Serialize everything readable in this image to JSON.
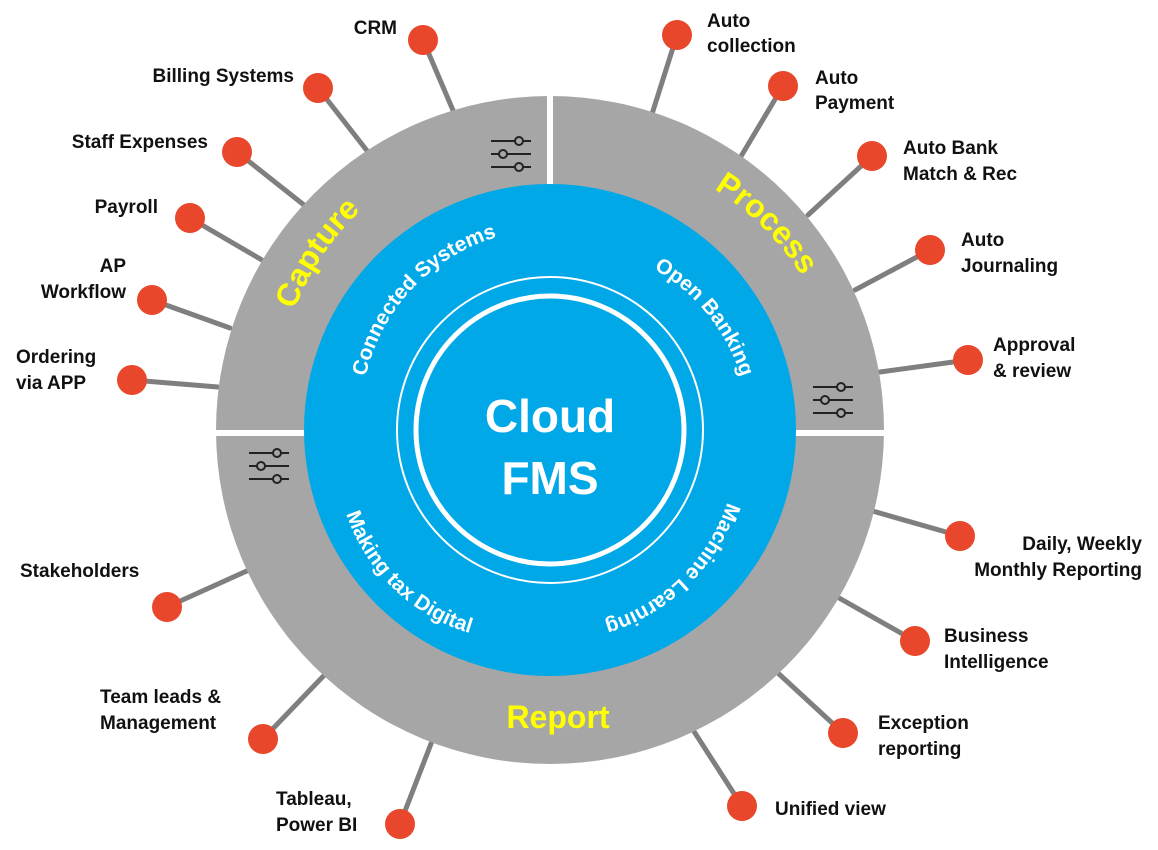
{
  "core": {
    "line1": "Cloud",
    "line2": "FMS"
  },
  "segments": {
    "capture": "Capture",
    "process": "Process",
    "report": "Report"
  },
  "inner_ring": {
    "connected_systems": "Connected Systems",
    "open_banking": "Open Banking",
    "machine_learning": "Machine Learning",
    "making_tax_digital": "Making tax Digital"
  },
  "capture_items": {
    "crm": "CRM",
    "billing": "Billing Systems",
    "staff_expenses": "Staff Expenses",
    "payroll": "Payroll",
    "ap_workflow_1": "AP",
    "ap_workflow_2": "Workflow",
    "ordering_1": "Ordering",
    "ordering_2": "via APP"
  },
  "process_items": {
    "auto_collection_1": "Auto",
    "auto_collection_2": "collection",
    "auto_payment_1": "Auto",
    "auto_payment_2": "Payment",
    "auto_bank_1": "Auto Bank",
    "auto_bank_2": "Match & Rec",
    "auto_journal_1": "Auto",
    "auto_journal_2": "Journaling",
    "approval_1": "Approval",
    "approval_2": "& review"
  },
  "report_items": {
    "daily_1": "Daily, Weekly",
    "daily_2": "Monthly Reporting",
    "bi_1": "Business",
    "bi_2": "Intelligence",
    "exception_1": "Exception",
    "exception_2": "reporting",
    "unified": "Unified view",
    "stakeholders": "Stakeholders",
    "team_1": "Team leads &",
    "team_2": "Management",
    "tableau_1": "Tableau,",
    "tableau_2": "Power BI"
  },
  "colors": {
    "gray_ring": "#a6a6a6",
    "blue": "#00a8e8",
    "dot": "#e8472b",
    "connector": "#7f7f7f",
    "segment_title": "#ffff00"
  },
  "icons": [
    "sliders-icon",
    "sliders-icon",
    "sliders-icon"
  ]
}
